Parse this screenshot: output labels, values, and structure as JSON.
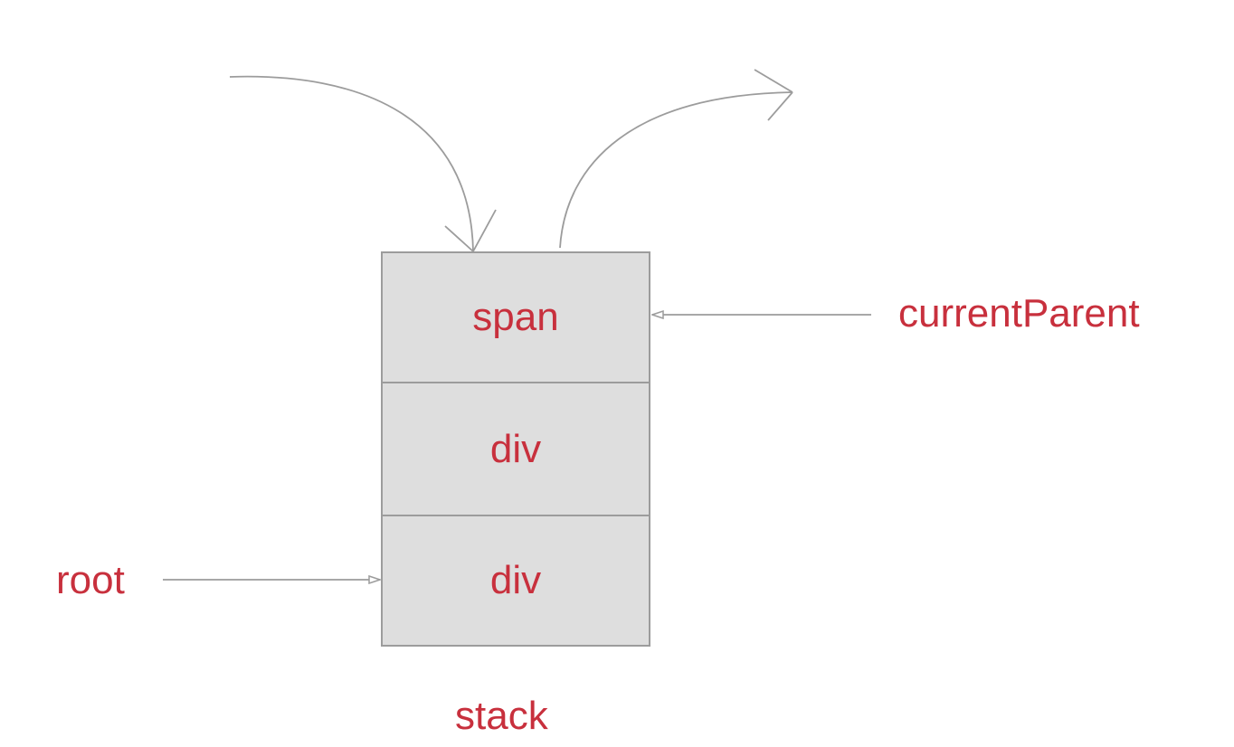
{
  "diagram": {
    "stack_cells": [
      "span",
      "div",
      "div"
    ],
    "stack_label": "stack",
    "pointers": {
      "current_parent": "currentParent",
      "root": "root"
    }
  },
  "colors": {
    "text": "#c8303d",
    "cell_fill": "#dedede",
    "cell_border": "#9c9c9c",
    "arrow": "#9c9c9c"
  }
}
